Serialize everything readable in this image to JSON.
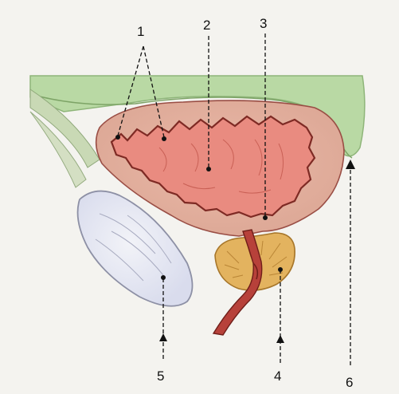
{
  "labels": {
    "l1": "1",
    "l2": "2",
    "l3": "3",
    "l4": "4",
    "l5": "5",
    "l6": "6"
  },
  "colors": {
    "background": "#f4f3ef",
    "peritoneum": "#b9d9a4",
    "bladder_wall": "#e2b3a2",
    "bladder_lumen": "#e98b80",
    "lumen_outline": "#7e2a24",
    "prostate": "#e3b35f",
    "urethra": "#b7413a",
    "bone": "#e7e9f3"
  }
}
